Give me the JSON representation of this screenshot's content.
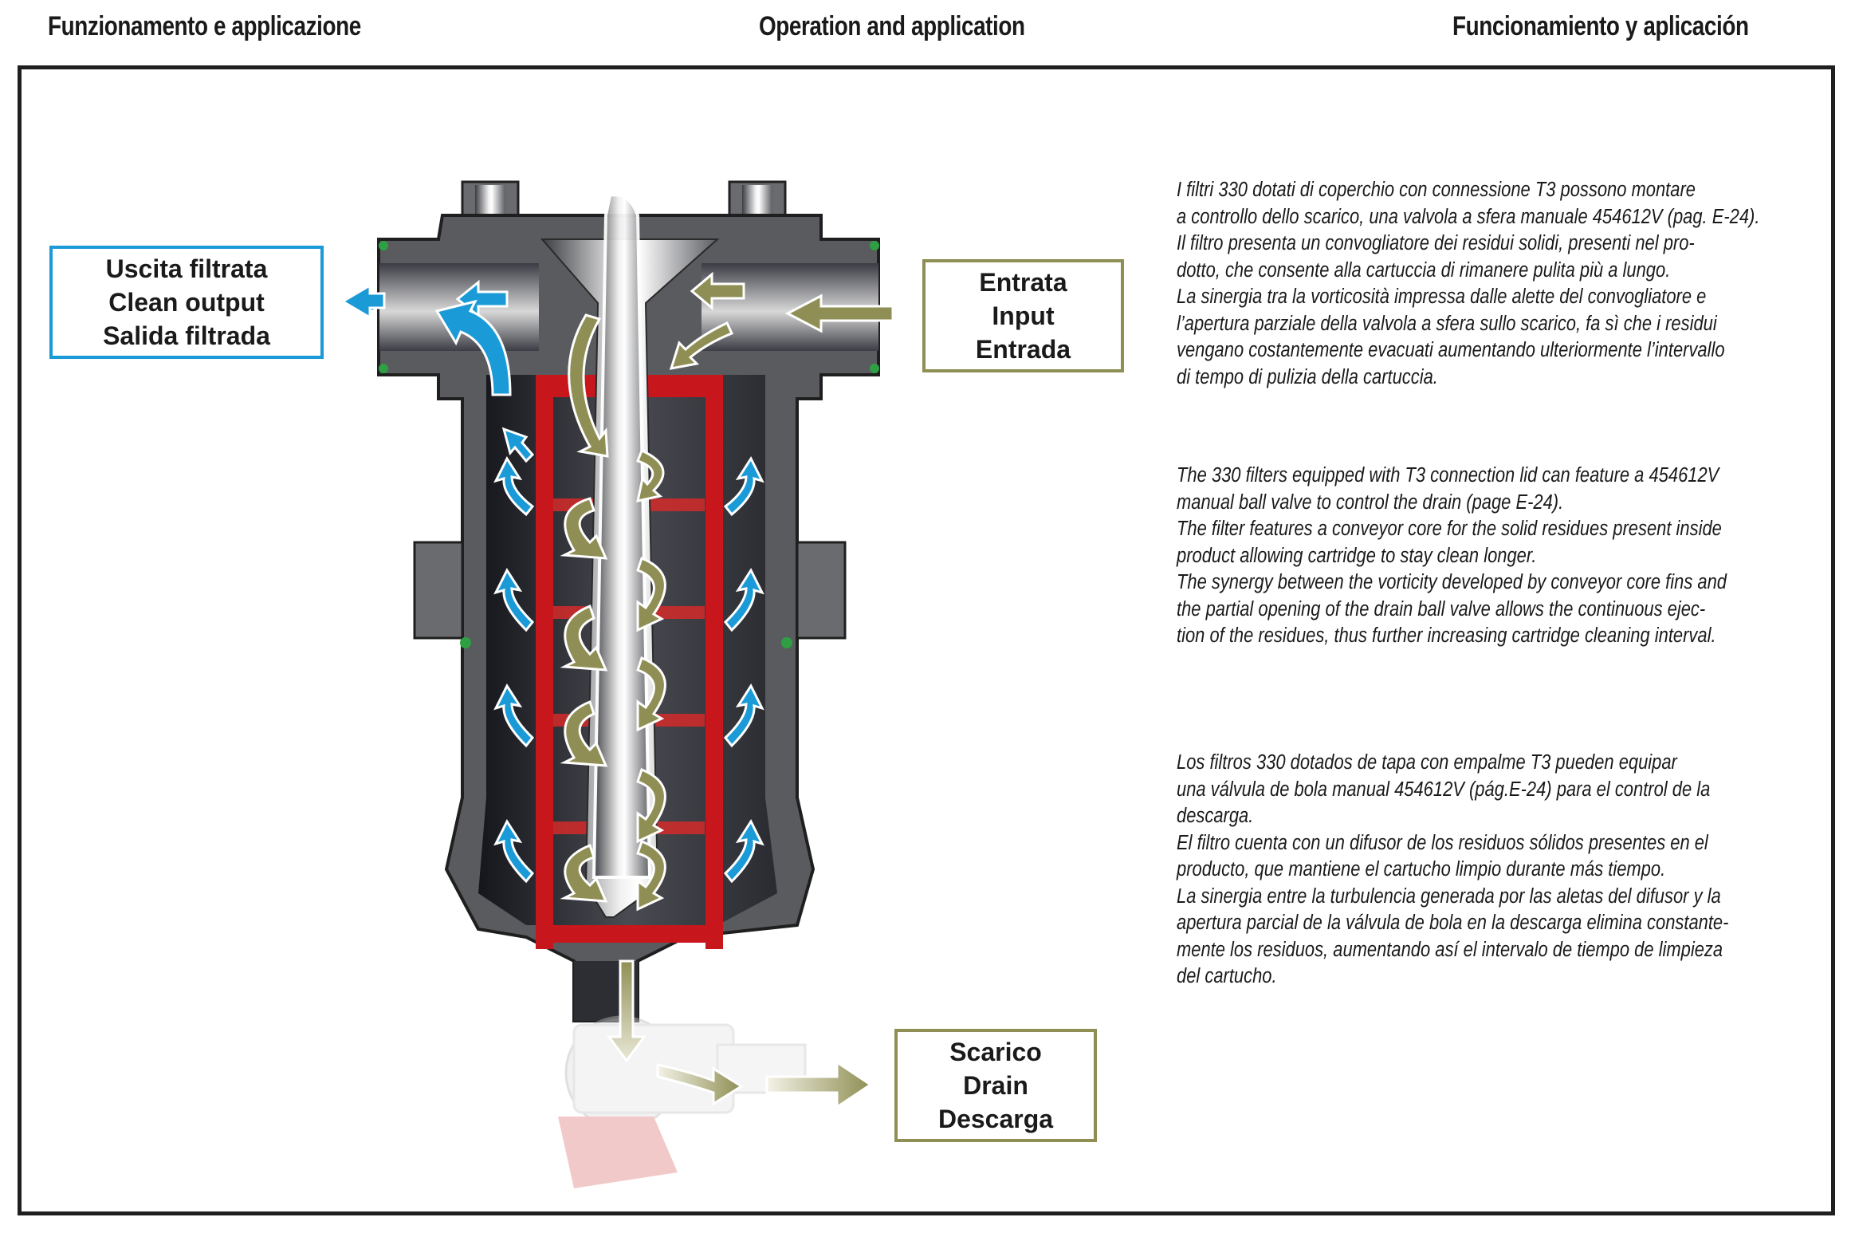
{
  "headers": {
    "italian": "Funzionamento e applicazione",
    "english": "Operation and application",
    "spanish": "Funcionamiento y aplicación"
  },
  "labels": {
    "clean_output": [
      "Uscita filtrata",
      "Clean output",
      "Salida filtrada"
    ],
    "input": [
      "Entrata",
      "Input",
      "Entrada"
    ],
    "drain": [
      "Scarico",
      "Drain",
      "Descarga"
    ]
  },
  "colors": {
    "clean_flow": "#1a9ad6",
    "dirty_flow": "#8f8f55",
    "cartridge_red": "#c8161d",
    "housing_gray": "#5a5b5e",
    "frame": "#1f1f1f"
  },
  "paragraphs": {
    "italian": [
      "I filtri 330 dotati di coperchio con connessione T3 possono montare",
      "a controllo dello scarico, una valvola a sfera manuale 454612V (pag. E-24).",
      "Il filtro presenta un convogliatore dei residui solidi, presenti nel pro-",
      "dotto, che consente alla cartuccia di rimanere pulita più a lungo.",
      "La sinergia tra la vorticosità impressa dalle alette del convogliatore e",
      "l’apertura parziale della valvola a sfera sullo scarico, fa sì che i residui",
      "vengano costantemente evacuati aumentando ulteriormente l’intervallo",
      "di tempo di pulizia della cartuccia."
    ],
    "english": [
      "The 330 filters equipped with T3 connection lid can feature a 454612V",
      "manual ball valve to control the drain (page E-24).",
      "The filter features a conveyor core for the solid residues present inside",
      "product allowing cartridge to stay clean longer.",
      "The synergy between the vorticity developed by conveyor core fins and",
      "the partial opening of the drain ball valve allows the continuous ejec-",
      "tion of the residues, thus further increasing cartridge cleaning interval."
    ],
    "spanish": [
      "Los filtros 330 dotados de tapa con empalme T3 pueden equipar",
      "una válvula de bola manual 454612V (pág.E-24) para el control de la",
      "descarga.",
      "El filtro cuenta con un difusor de los residuos sólidos presentes en el",
      "producto, que mantiene el cartucho limpio durante más tiempo.",
      "La sinergia entre la turbulencia generada por las aletas del difusor y la",
      "apertura parcial de la válvula de bola en la descarga elimina constante-",
      "mente los residuos, aumentando así el intervalo de tiempo de limpieza",
      "del cartucho."
    ]
  }
}
